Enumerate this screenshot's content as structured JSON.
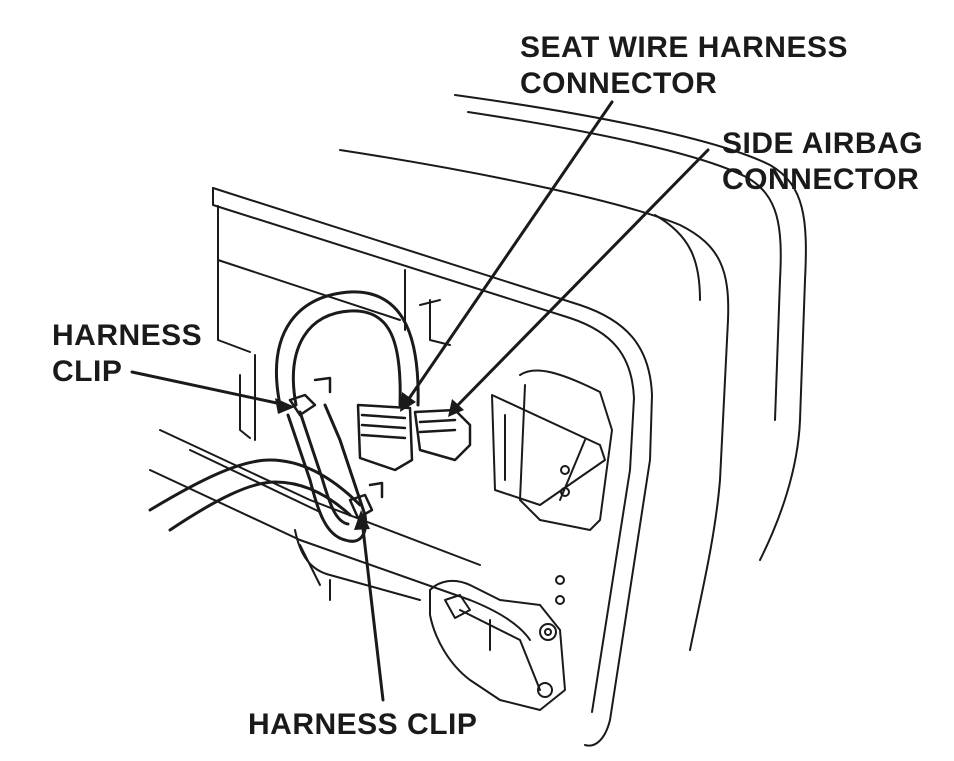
{
  "labels": {
    "seat_wire_harness_connector": [
      "SEAT WIRE HARNESS",
      "CONNECTOR"
    ],
    "side_airbag_connector": [
      "SIDE AIRBAG",
      "CONNECTOR"
    ],
    "harness_clip_upper": [
      "HARNESS",
      "CLIP"
    ],
    "harness_clip_lower": "HARNESS CLIP"
  },
  "colors": {
    "line": "#1a1a1a",
    "background": "#ffffff"
  }
}
